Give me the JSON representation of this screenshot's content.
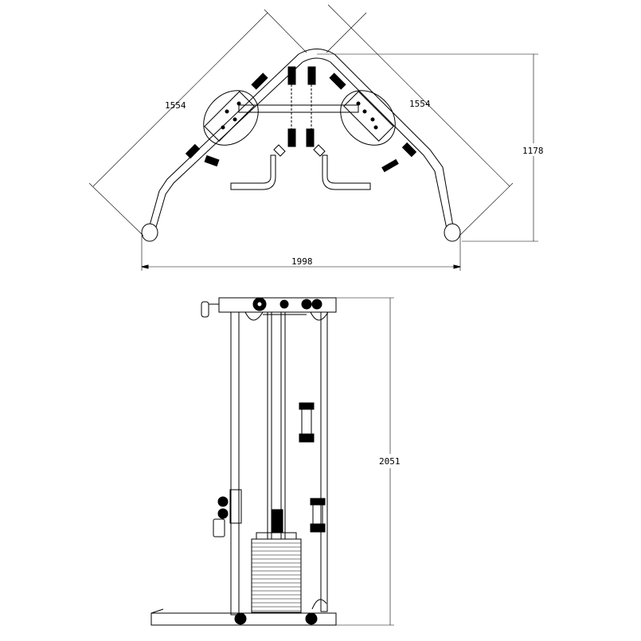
{
  "drawing": {
    "top_view": {
      "dimensions": {
        "left_arm_length": "1554",
        "right_arm_length": "1554",
        "depth": "1178",
        "overall_width": "1998"
      }
    },
    "side_view": {
      "dimensions": {
        "height": "2051"
      }
    }
  }
}
